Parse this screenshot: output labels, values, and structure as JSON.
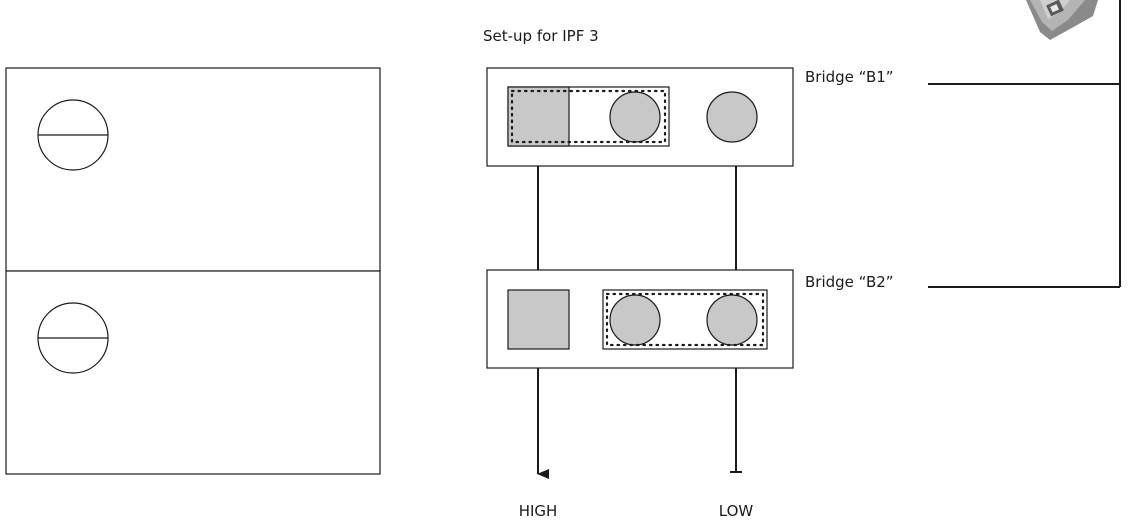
{
  "title": "Set-up for IPF 3",
  "bridges": {
    "b1_label": "Bridge “B1”",
    "b2_label": "Bridge “B2”"
  },
  "outputs": {
    "high_label": "HIGH",
    "low_label": "LOW"
  },
  "colors": {
    "line": "#1a1a1a",
    "terminal_fill": "#c8c8c8",
    "background": "#ffffff"
  }
}
